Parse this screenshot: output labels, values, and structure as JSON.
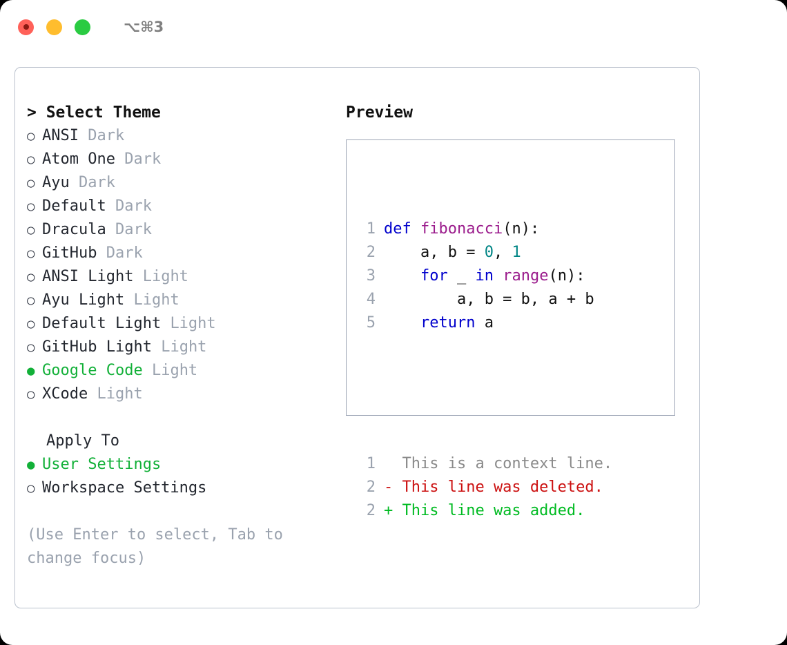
{
  "window": {
    "title": "⌥⌘3",
    "traffic_lights": [
      {
        "name": "close-button",
        "color": "#ff6159"
      },
      {
        "name": "minimize-button",
        "color": "#ffbd2e"
      },
      {
        "name": "maximize-button",
        "color": "#2acb42"
      }
    ]
  },
  "theme_picker": {
    "header": "> Select Theme",
    "bullet_selected": "●",
    "bullet_unselected": "○",
    "items": [
      {
        "name": "ANSI",
        "tag": "Dark",
        "selected": false
      },
      {
        "name": "Atom One",
        "tag": "Dark",
        "selected": false
      },
      {
        "name": "Ayu",
        "tag": "Dark",
        "selected": false
      },
      {
        "name": "Default",
        "tag": "Dark",
        "selected": false
      },
      {
        "name": "Dracula",
        "tag": "Dark",
        "selected": false
      },
      {
        "name": "GitHub",
        "tag": "Dark",
        "selected": false
      },
      {
        "name": "ANSI Light",
        "tag": "Light",
        "selected": false
      },
      {
        "name": "Ayu Light",
        "tag": "Light",
        "selected": false
      },
      {
        "name": "Default Light",
        "tag": "Light",
        "selected": false
      },
      {
        "name": "GitHub Light",
        "tag": "Light",
        "selected": false
      },
      {
        "name": "Google Code",
        "tag": "Light",
        "selected": true
      },
      {
        "name": "XCode",
        "tag": "Light",
        "selected": false
      }
    ]
  },
  "apply_to": {
    "label": "Apply To",
    "options": [
      {
        "name": "User Settings",
        "selected": true
      },
      {
        "name": "Workspace Settings",
        "selected": false
      }
    ]
  },
  "hint": "(Use Enter to select, Tab to change focus)",
  "preview": {
    "header": "Preview",
    "code_lines": [
      {
        "no": "1",
        "tokens": [
          {
            "t": "def ",
            "c": "kw"
          },
          {
            "t": "fibonacci",
            "c": "fn"
          },
          {
            "t": "(n):",
            "c": "pl"
          }
        ]
      },
      {
        "no": "2",
        "tokens": [
          {
            "t": "    a, b = ",
            "c": "pl"
          },
          {
            "t": "0",
            "c": "num"
          },
          {
            "t": ", ",
            "c": "pl"
          },
          {
            "t": "1",
            "c": "num"
          }
        ]
      },
      {
        "no": "3",
        "tokens": [
          {
            "t": "    ",
            "c": "pl"
          },
          {
            "t": "for",
            "c": "kw"
          },
          {
            "t": " _ ",
            "c": "pl"
          },
          {
            "t": "in",
            "c": "kw"
          },
          {
            "t": " ",
            "c": "pl"
          },
          {
            "t": "range",
            "c": "fn"
          },
          {
            "t": "(n):",
            "c": "pl"
          }
        ]
      },
      {
        "no": "4",
        "tokens": [
          {
            "t": "        a, b = b, a + b",
            "c": "pl"
          }
        ]
      },
      {
        "no": "5",
        "tokens": [
          {
            "t": "    ",
            "c": "pl"
          },
          {
            "t": "return",
            "c": "kw"
          },
          {
            "t": " a",
            "c": "pl"
          }
        ]
      }
    ],
    "diff_lines": [
      {
        "no": "1",
        "marker": "  ",
        "text": "This is a context line.",
        "kind": "ctx"
      },
      {
        "no": "2",
        "marker": "- ",
        "text": "This line was deleted.",
        "kind": "del"
      },
      {
        "no": "2",
        "marker": "+ ",
        "text": "This line was added.",
        "kind": "add"
      }
    ]
  },
  "colors": {
    "selected_green": "#12b038",
    "muted_gray": "#9aa2ae",
    "keyword_blue": "#0000cc",
    "function_purple": "#9b1c8c",
    "number_teal": "#008585",
    "diff_deleted_red": "#cc1111",
    "diff_added_green": "#00bb22",
    "panel_border": "#b9c0cc",
    "preview_border": "#9ba3b4"
  }
}
